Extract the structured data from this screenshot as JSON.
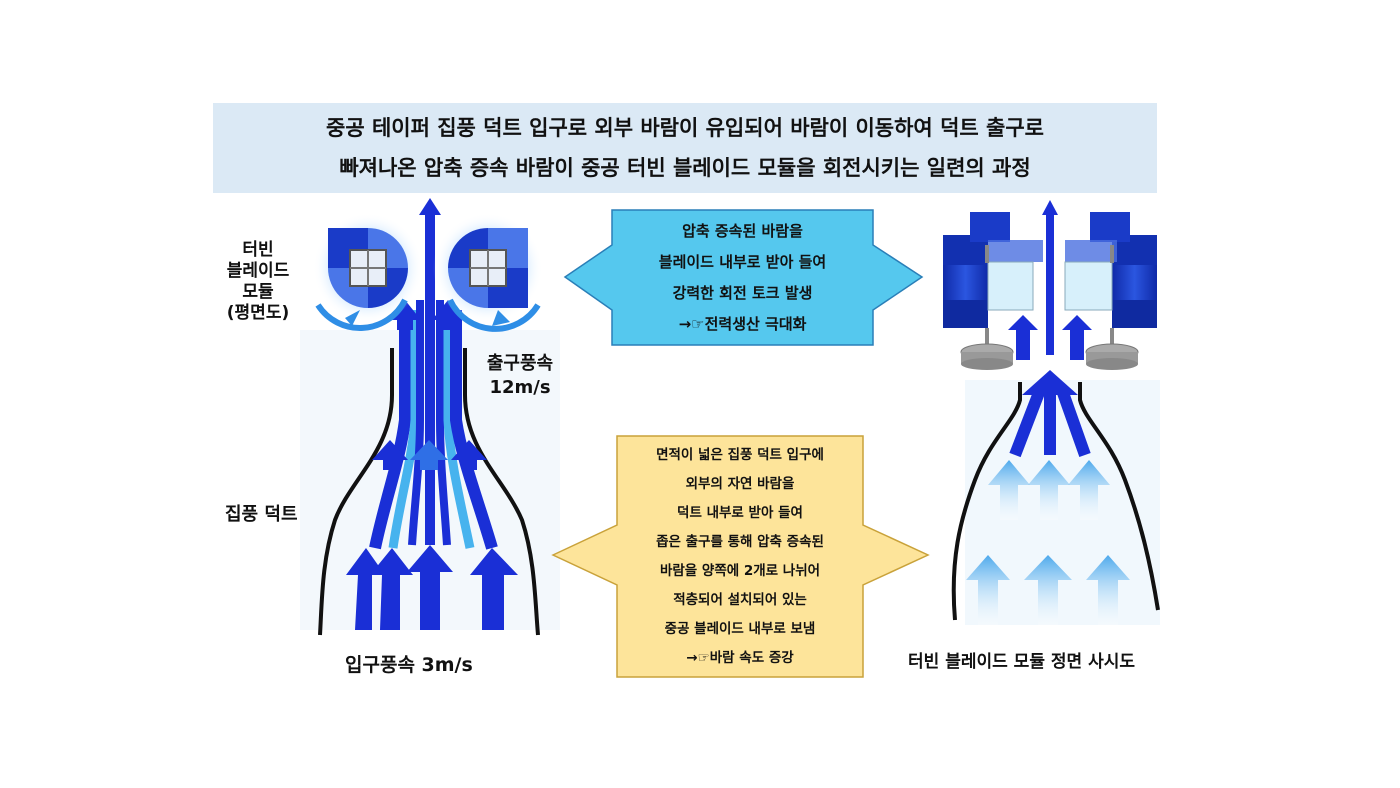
{
  "header": {
    "line1": "중공 테이퍼 집풍 덕트 입구로 외부 바람이 유입되어 바람이 이동하여 덕트 출구로",
    "line2": "빠져나온 압축 증속 바람이 중공 터빈 블레이드 모듈을 회전시키는 일련의 과정"
  },
  "left_diagram": {
    "module_label_lines": [
      "터빈",
      "블레이드",
      "모듈",
      "(평면도)"
    ],
    "outlet_label": "출구풍속",
    "outlet_speed": "12m/s",
    "duct_label": "집풍 덕트",
    "inlet_label": "입구풍속 3m/s"
  },
  "blue_callout": {
    "lines": [
      "압축 증속된 바람을",
      "블레이드 내부로 받아 들여",
      "강력한 회전 토크 발생",
      "→☞전력생산 극대화"
    ],
    "fill": "#55c8ee"
  },
  "yellow_callout": {
    "lines": [
      "면적이 넓은 집풍 덕트 입구에",
      "외부의 자연 바람을",
      "덕트 내부로 받아 들여",
      "좁은 출구를 통해 압축 증속된",
      "바람을 양쪽에 2개로 나뉘어",
      "적층되어 설치되어 있는",
      "중공 블레이드 내부로 보냄",
      "→☞바람 속도 증강"
    ],
    "fill": "#fde49a"
  },
  "right_diagram": {
    "caption": "터빈 블레이드 모듈 정면 사시도"
  },
  "colors": {
    "arrow_dark": "#1a2fd6",
    "arrow_mid": "#2f6fe6",
    "arrow_light": "#47b3ee",
    "blade": "#1a3bc8"
  }
}
